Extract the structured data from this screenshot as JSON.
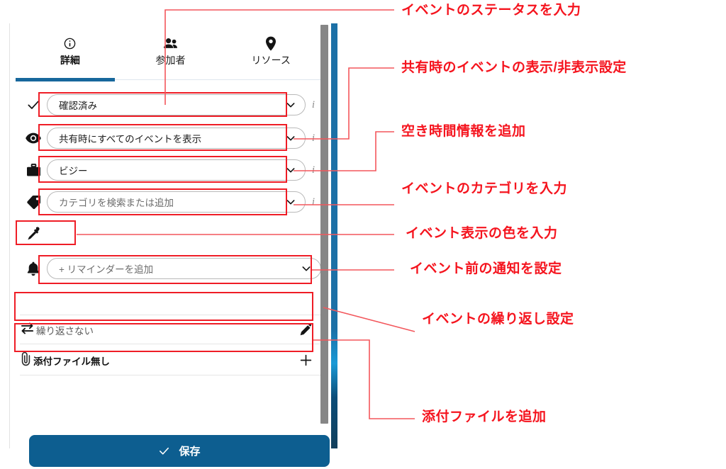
{
  "panel": {
    "tabs": [
      {
        "label": "詳細",
        "icon": "info-circle-icon",
        "active": true
      },
      {
        "label": "参加者",
        "icon": "people-icon",
        "active": false
      },
      {
        "label": "リソース",
        "icon": "location-pin-icon",
        "active": false
      }
    ],
    "fields": [
      {
        "icon": "check-icon",
        "name": "status-select",
        "value": "確認済み",
        "placeholder": "",
        "has_info": true,
        "is_placeholder": false
      },
      {
        "icon": "eye-icon",
        "name": "visibility-select",
        "value": "共有時にすべてのイベントを表示",
        "placeholder": "",
        "has_info": true,
        "is_placeholder": false
      },
      {
        "icon": "briefcase-icon",
        "name": "availability-select",
        "value": "ビジー",
        "placeholder": "",
        "has_info": true,
        "is_placeholder": false
      },
      {
        "icon": "tag-icon",
        "name": "category-select",
        "value": "カテゴリを検索または追加",
        "placeholder": "カテゴリを検索または追加",
        "has_info": true,
        "is_placeholder": true
      }
    ],
    "color_row": {
      "icon": "eyedropper-icon",
      "name": "event-color-swatch",
      "color": "#1b6ca0"
    },
    "reminder_row": {
      "icon": "bell-icon",
      "name": "add-reminder-select",
      "value": "+ リマインダーを追加",
      "is_placeholder": true
    },
    "repeat_row": {
      "icon": "repeat-icon",
      "name": "recurrence-row",
      "label": "繰り返さない",
      "action_icon": "pencil-icon"
    },
    "attachment_row": {
      "icon": "paperclip-icon",
      "name": "attachment-row",
      "label": "添付ファイル無し",
      "action_icon": "plus-icon"
    },
    "save_button": {
      "label": "保存",
      "icon": "check-icon",
      "color": "#0d5e90"
    },
    "scrollbar": {
      "name": "vertical-scrollbar",
      "thumb_color": "#868686"
    }
  },
  "annotations": {
    "color": "#f5141e",
    "items": [
      {
        "id": "status",
        "text": "イベントのステータスを入力"
      },
      {
        "id": "visibility",
        "text": "共有時のイベントの表示/非表示設定"
      },
      {
        "id": "freebusy",
        "text": "空き時間情報を追加"
      },
      {
        "id": "category",
        "text": "イベントのカテゴリを入力"
      },
      {
        "id": "color",
        "text": "イベント表示の色を入力"
      },
      {
        "id": "reminder",
        "text": "イベント前の通知を設定"
      },
      {
        "id": "recurrence",
        "text": "イベントの繰り返し設定"
      },
      {
        "id": "attachment",
        "text": "添付ファイルを追加"
      }
    ]
  }
}
